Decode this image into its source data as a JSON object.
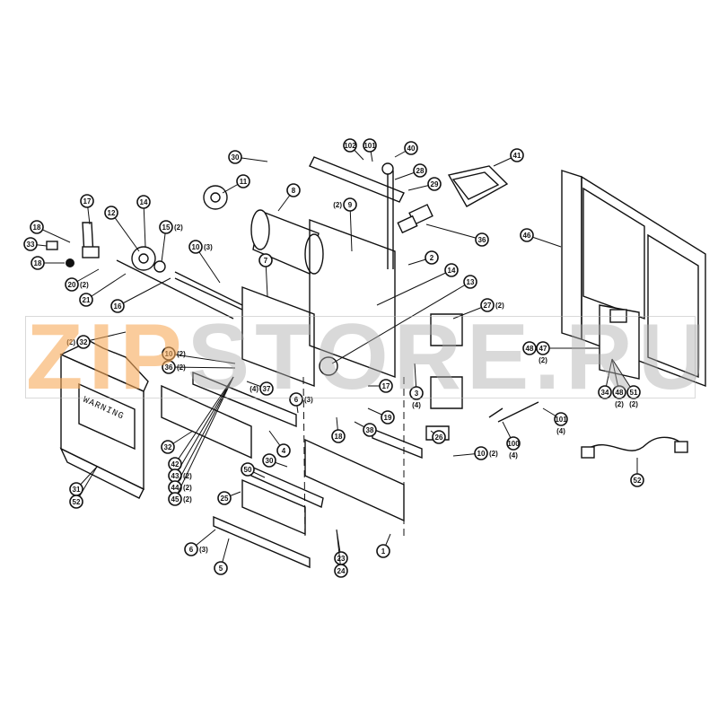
{
  "diagram": {
    "warning_label": "WARNING",
    "watermark": {
      "part1": "ZIP",
      "part2": "STORE.RU",
      "color1": "#f6aa5a",
      "color2": "#aaaaaa"
    },
    "callouts": [
      {
        "label": "30",
        "qty": ""
      },
      {
        "label": "102",
        "qty": ""
      },
      {
        "label": "101",
        "qty": ""
      },
      {
        "label": "40",
        "qty": ""
      },
      {
        "label": "28",
        "qty": ""
      },
      {
        "label": "29",
        "qty": ""
      },
      {
        "label": "41",
        "qty": ""
      },
      {
        "label": "11",
        "qty": ""
      },
      {
        "label": "8",
        "qty": ""
      },
      {
        "label": "17",
        "qty": ""
      },
      {
        "label": "14",
        "qty": ""
      },
      {
        "label": "12",
        "qty": ""
      },
      {
        "label": "15",
        "qty": "(2)"
      },
      {
        "label": "18",
        "qty": ""
      },
      {
        "label": "33",
        "qty": ""
      },
      {
        "label": "18",
        "qty": ""
      },
      {
        "label": "20",
        "qty": "(2)"
      },
      {
        "label": "21",
        "qty": ""
      },
      {
        "label": "16",
        "qty": ""
      },
      {
        "label": "10",
        "qty": "(3)"
      },
      {
        "label": "7",
        "qty": ""
      },
      {
        "label": "9",
        "qty": "(2)"
      },
      {
        "label": "2",
        "qty": ""
      },
      {
        "label": "14",
        "qty": ""
      },
      {
        "label": "13",
        "qty": ""
      },
      {
        "label": "36",
        "qty": ""
      },
      {
        "label": "46",
        "qty": ""
      },
      {
        "label": "27",
        "qty": "(2)"
      },
      {
        "label": "48",
        "qty": ""
      },
      {
        "label": "47",
        "qty": "(2)"
      },
      {
        "label": "34",
        "qty": ""
      },
      {
        "label": "48",
        "qty": "(2)"
      },
      {
        "label": "51",
        "qty": "(2)"
      },
      {
        "label": "3",
        "qty": "(4)"
      },
      {
        "label": "17",
        "qty": ""
      },
      {
        "label": "19",
        "qty": ""
      },
      {
        "label": "38",
        "qty": ""
      },
      {
        "label": "18",
        "qty": ""
      },
      {
        "label": "6",
        "qty": "(3)"
      },
      {
        "label": "37",
        "qty": "(4)"
      },
      {
        "label": "10",
        "qty": "(2)"
      },
      {
        "label": "36",
        "qty": "(2)"
      },
      {
        "label": "32",
        "qty": "(2)"
      },
      {
        "label": "42",
        "qty": ""
      },
      {
        "label": "43",
        "qty": "(2)"
      },
      {
        "label": "44",
        "qty": "(2)"
      },
      {
        "label": "45",
        "qty": "(2)"
      },
      {
        "label": "32",
        "qty": ""
      },
      {
        "label": "4",
        "qty": ""
      },
      {
        "label": "31",
        "qty": ""
      },
      {
        "label": "52",
        "qty": ""
      },
      {
        "label": "50",
        "qty": ""
      },
      {
        "label": "30",
        "qty": ""
      },
      {
        "label": "25",
        "qty": ""
      },
      {
        "label": "6",
        "qty": "(3)"
      },
      {
        "label": "5",
        "qty": ""
      },
      {
        "label": "23",
        "qty": ""
      },
      {
        "label": "24",
        "qty": ""
      },
      {
        "label": "1",
        "qty": ""
      },
      {
        "label": "26",
        "qty": ""
      },
      {
        "label": "10",
        "qty": "(2)"
      },
      {
        "label": "101",
        "qty": "(4)"
      },
      {
        "label": "100",
        "qty": "(4)"
      },
      {
        "label": "52",
        "qty": ""
      }
    ]
  }
}
